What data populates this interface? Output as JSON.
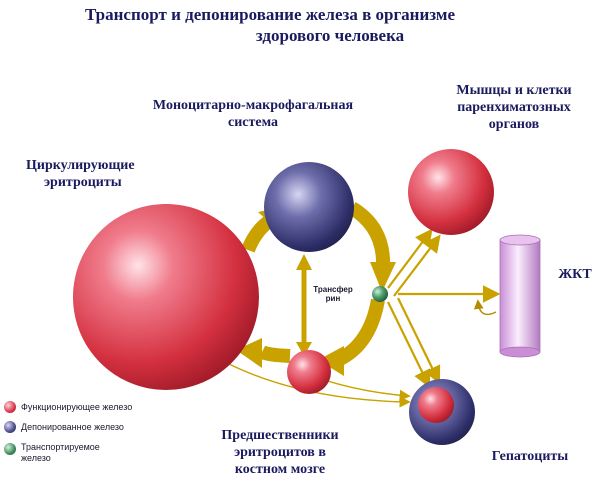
{
  "title": {
    "line1": "Транспорт и депонирование железа в организме",
    "line2": "здорового человека"
  },
  "labels": {
    "mononuclear_line1": "Моноцитарно-макрофагальная",
    "mononuclear_line2": "система",
    "muscles_line1": "Мышцы и клетки",
    "muscles_line2": "паренхиматозных",
    "muscles_line3": "органов",
    "circulating_line1": "Циркулирующие",
    "circulating_line2": "эритроциты",
    "gi_tract": "ЖКТ",
    "transferrin_line1": "Трансфер",
    "transferrin_line2": "рин",
    "precursors_line1": "Предшественники",
    "precursors_line2": "эритроцитов в",
    "precursors_line3": "костном мозге",
    "hepatocytes": "Гепатоциты"
  },
  "legend": [
    {
      "label": "Функционирующее железо",
      "color": "#d9354a"
    },
    {
      "label": "Депонированное железо",
      "color": "#4a4a8c"
    },
    {
      "label": "Транспортируемое железо",
      "color": "#3d8a5a"
    }
  ],
  "colors": {
    "functional_iron": "#d9354a",
    "stored_iron": "#4a4a8c",
    "transported_iron": "#3d8a5a",
    "arrows": "#c9a200",
    "tube": "#d9a6e0",
    "text": "#1a1a5e"
  }
}
